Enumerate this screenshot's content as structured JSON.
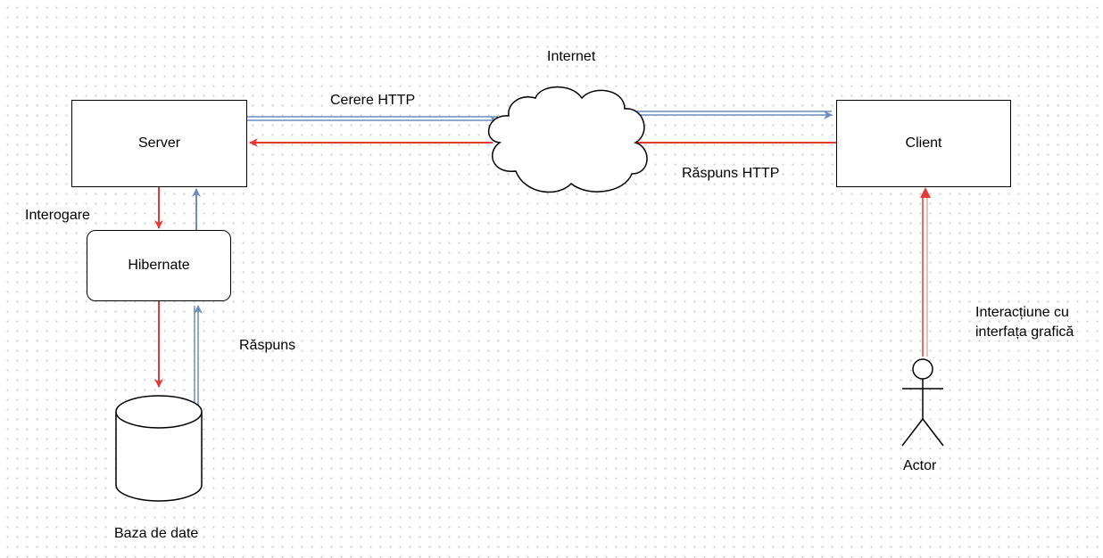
{
  "labels": {
    "server": "Server",
    "client": "Client",
    "hibernate": "Hibernate",
    "database": "Baza de date",
    "internet": "Internet",
    "request": "Cerere HTTP",
    "response_http": "Răspuns HTTP",
    "query": "Interogare",
    "response": "Răspuns",
    "interaction_line1": "Interacțiune cu",
    "interaction_line2": "interfața grafică",
    "actor": "Actor"
  },
  "colors": {
    "request_arrow": "#6c8ebf",
    "response_arrow": "#e53935",
    "border": "#000000"
  },
  "icons": {
    "cloud": "cloud-icon",
    "database": "database-cylinder-icon",
    "actor": "stick-figure-icon"
  }
}
